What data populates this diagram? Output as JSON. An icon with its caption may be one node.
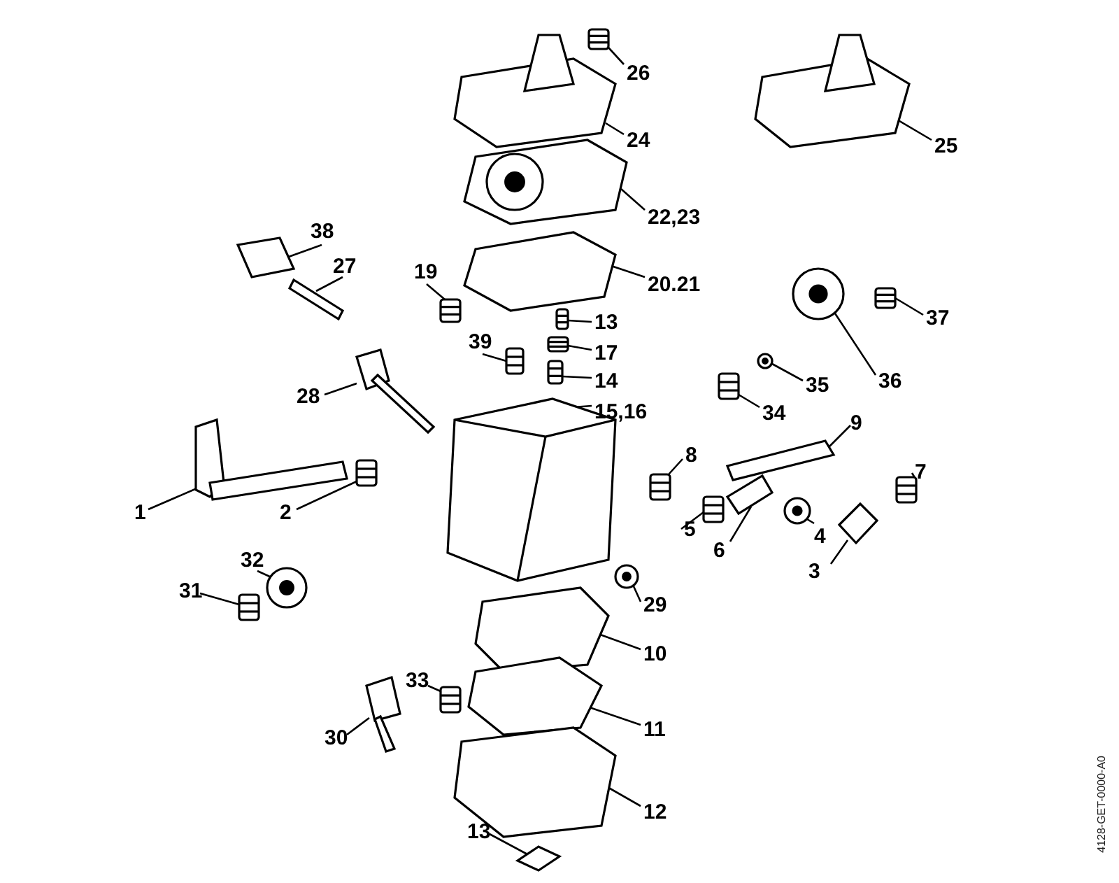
{
  "diagram": {
    "nodes": [
      {
        "text": [
          "26"
        ]
      },
      {
        "text": [
          "24"
        ]
      },
      {
        "text": [
          "25"
        ]
      },
      {
        "text": [
          "22,23"
        ]
      },
      {
        "text": [
          "20.21"
        ]
      },
      {
        "text": [
          "38"
        ]
      },
      {
        "text": [
          "27"
        ]
      },
      {
        "text": [
          "19"
        ]
      },
      {
        "text": [
          "13"
        ]
      },
      {
        "text": [
          "17"
        ]
      },
      {
        "text": [
          "39"
        ]
      },
      {
        "text": [
          "14"
        ]
      },
      {
        "text": [
          "15,16"
        ]
      },
      {
        "text": [
          "37"
        ]
      },
      {
        "text": [
          "36"
        ]
      },
      {
        "text": [
          "35"
        ]
      },
      {
        "text": [
          "34"
        ]
      },
      {
        "text": [
          "28"
        ]
      },
      {
        "text": [
          "9"
        ]
      },
      {
        "text": [
          "8"
        ]
      },
      {
        "text": [
          "7"
        ]
      },
      {
        "text": [
          "1"
        ]
      },
      {
        "text": [
          "2"
        ]
      },
      {
        "text": [
          "5"
        ]
      },
      {
        "text": [
          "6"
        ]
      },
      {
        "text": [
          "4"
        ]
      },
      {
        "text": [
          "3"
        ]
      },
      {
        "text": [
          "32"
        ]
      },
      {
        "text": [
          "31"
        ]
      },
      {
        "text": [
          "29"
        ]
      },
      {
        "text": [
          "10"
        ]
      },
      {
        "text": [
          "30"
        ]
      },
      {
        "text": [
          "33"
        ]
      },
      {
        "text": [
          "11"
        ]
      },
      {
        "text": [
          "12"
        ]
      },
      {
        "text": [
          "13"
        ]
      },
      {
        "text": [],
        "shape": "picture"
      },
      {
        "text": [],
        "shape": "picture"
      },
      {
        "text": [],
        "shape": "picture"
      },
      {
        "text": [],
        "shape": "picture"
      },
      {
        "text": [],
        "shape": "picture"
      },
      {
        "text": [],
        "shape": "picture"
      },
      {
        "text": [],
        "shape": "picture"
      },
      {
        "text": [],
        "shape": "picture"
      },
      {
        "text": [],
        "shape": "picture"
      },
      {
        "text": [],
        "shape": "picture"
      },
      {
        "text": [],
        "shape": "picture"
      },
      {
        "text": [],
        "shape": "picture"
      },
      {
        "text": [],
        "shape": "picture"
      },
      {
        "text": [],
        "shape": "picture"
      },
      {
        "text": [],
        "shape": "picture"
      },
      {
        "text": [],
        "shape": "picture"
      },
      {
        "text": [],
        "shape": "picture"
      },
      {
        "text": [],
        "shape": "picture"
      },
      {
        "text": [],
        "shape": "picture"
      },
      {
        "text": [],
        "shape": "picture"
      },
      {
        "text": [],
        "shape": "picture"
      },
      {
        "text": [],
        "shape": "picture"
      },
      {
        "text": [],
        "shape": "picture"
      },
      {
        "text": [],
        "shape": "picture"
      },
      {
        "text": [],
        "shape": "picture"
      },
      {
        "text": [],
        "shape": "picture"
      },
      {
        "text": [],
        "shape": "picture"
      },
      {
        "text": [],
        "shape": "picture"
      },
      {
        "text": [],
        "shape": "picture"
      },
      {
        "text": [],
        "shape": "picture"
      },
      {
        "text": [],
        "shape": "picture"
      },
      {
        "text": [],
        "shape": "picture"
      },
      {
        "text": [],
        "shape": "picture"
      },
      {
        "text": [],
        "shape": "picture"
      },
      {
        "text": [],
        "shape": "picture"
      },
      {
        "text": [],
        "shape": "picture"
      }
    ],
    "edges": [
      {
        "from": 0,
        "to": 36,
        "arrow": "none"
      },
      {
        "from": 1,
        "to": 37,
        "arrow": "none"
      },
      {
        "from": 2,
        "to": 38,
        "arrow": "none"
      },
      {
        "from": 3,
        "to": 39,
        "arrow": "none"
      },
      {
        "from": 4,
        "to": 40,
        "arrow": "none"
      },
      {
        "from": 5,
        "to": 41,
        "arrow": "none"
      },
      {
        "from": 6,
        "to": 42,
        "arrow": "none"
      },
      {
        "from": 7,
        "to": 43,
        "arrow": "none"
      },
      {
        "from": 8,
        "to": 44,
        "arrow": "none"
      },
      {
        "from": 9,
        "to": 45,
        "arrow": "none"
      },
      {
        "from": 10,
        "to": 46,
        "arrow": "none"
      },
      {
        "from": 11,
        "to": 47,
        "arrow": "none"
      },
      {
        "from": 12,
        "to": 48,
        "arrow": "none"
      },
      {
        "from": 13,
        "to": 49,
        "arrow": "none"
      },
      {
        "from": 14,
        "to": 50,
        "arrow": "none"
      },
      {
        "from": 15,
        "to": 51,
        "arrow": "none"
      },
      {
        "from": 16,
        "to": 52,
        "arrow": "none"
      },
      {
        "from": 17,
        "to": 53,
        "arrow": "none"
      },
      {
        "from": 18,
        "to": 54,
        "arrow": "none"
      },
      {
        "from": 19,
        "to": 55,
        "arrow": "none"
      },
      {
        "from": 20,
        "to": 56,
        "arrow": "none"
      },
      {
        "from": 21,
        "to": 57,
        "arrow": "none"
      },
      {
        "from": 22,
        "to": 58,
        "arrow": "none"
      },
      {
        "from": 23,
        "to": 59,
        "arrow": "none"
      },
      {
        "from": 24,
        "to": 60,
        "arrow": "none"
      },
      {
        "from": 25,
        "to": 61,
        "arrow": "none"
      },
      {
        "from": 26,
        "to": 62,
        "arrow": "none"
      },
      {
        "from": 27,
        "to": 63,
        "arrow": "none"
      },
      {
        "from": 28,
        "to": 64,
        "arrow": "none"
      },
      {
        "from": 29,
        "to": 65,
        "arrow": "none"
      },
      {
        "from": 30,
        "to": 66,
        "arrow": "none"
      },
      {
        "from": 31,
        "to": 67,
        "arrow": "none"
      },
      {
        "from": 32,
        "to": 68,
        "arrow": "none"
      },
      {
        "from": 33,
        "to": 69,
        "arrow": "none"
      },
      {
        "from": 34,
        "to": 70,
        "arrow": "none"
      },
      {
        "from": 35,
        "to": 71,
        "arrow": "none"
      }
    ],
    "labels": [
      "4128-GET-0000-A0"
    ]
  }
}
